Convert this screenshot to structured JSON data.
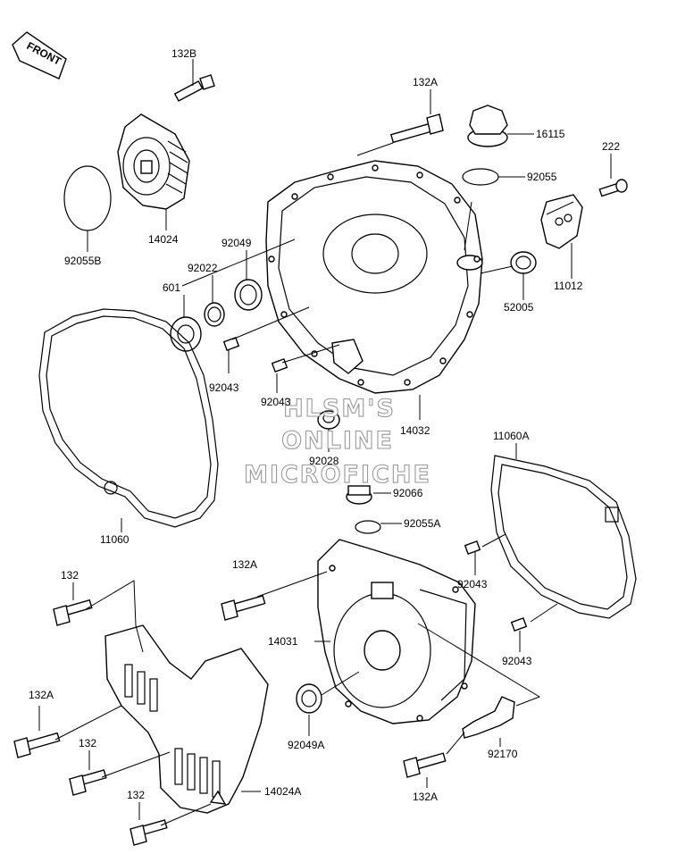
{
  "front_marker": "FRONT",
  "watermark": [
    "HLSM'S",
    "ONLINE",
    "MICROFICHE"
  ],
  "part_labels": {
    "bolt_132b": "132B",
    "cover_14024": "14024",
    "oring_92055b": "92055B",
    "bolt_132a_top": "132A",
    "cap_16115": "16115",
    "oring_92055_top": "92055",
    "screw_222": "222",
    "plate_11012": "11012",
    "seal_52005": "52005",
    "seal_92049": "92049",
    "seal_92022": "92022",
    "bearing_601": "601",
    "pin_92043_a": "92043",
    "pin_92043_b": "92043",
    "cover_14032": "14032",
    "gasket_11060": "11060",
    "plug_92028": "92028",
    "plug_92066": "92066",
    "oring_92055a": "92055A",
    "gasket_11060a": "11060A",
    "pin_92043_c": "92043",
    "pin_92043_d": "92043",
    "bolt_132a_mid": "132A",
    "cover_14031": "14031",
    "seal_92049a": "92049A",
    "bracket_92170": "92170",
    "bolt_132_a": "132",
    "bolt_132a_left": "132A",
    "bolt_132_b": "132",
    "bolt_132_c": "132",
    "cover_14024a": "14024A",
    "bolt_132a_bottom": "132A"
  }
}
